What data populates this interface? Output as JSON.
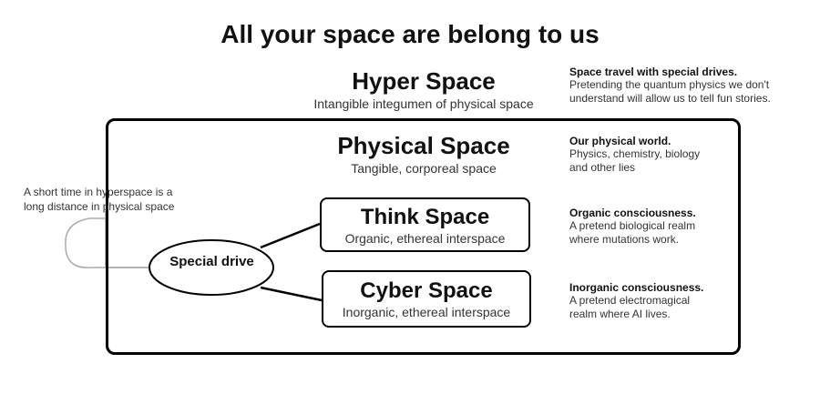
{
  "title": "All your space are belong to us",
  "spaces": {
    "hyper": {
      "name": "Hyper Space",
      "subtitle": "Intangible integumen of physical space"
    },
    "physical": {
      "name": "Physical Space",
      "subtitle": "Tangible, corporeal space"
    },
    "think": {
      "name": "Think Space",
      "subtitle": "Organic, ethereal interspace"
    },
    "cyber": {
      "name": "Cyber Space",
      "subtitle": "Inorganic, ethereal interspace"
    }
  },
  "special_drive": "Special drive",
  "side_note": {
    "line1": "A short time in hyperspace is a",
    "line2": "long distance    in physical space"
  },
  "notes": {
    "hyper": {
      "head": "Space travel with special drives",
      "lines": [
        "Pretending the quantum physics we don't",
        "understand will allow us to tell fun stories."
      ]
    },
    "physical": {
      "head": "Our physical world",
      "lines": [
        "Physics, chemistry, biology",
        "and other lies"
      ]
    },
    "think": {
      "head": "Organic consciousness",
      "lines": [
        "A pretend biological realm",
        "where mutations work."
      ]
    },
    "cyber": {
      "head": "Inorganic consciousness",
      "lines": [
        "A pretend electromagical",
        "realm where AI lives."
      ]
    }
  }
}
